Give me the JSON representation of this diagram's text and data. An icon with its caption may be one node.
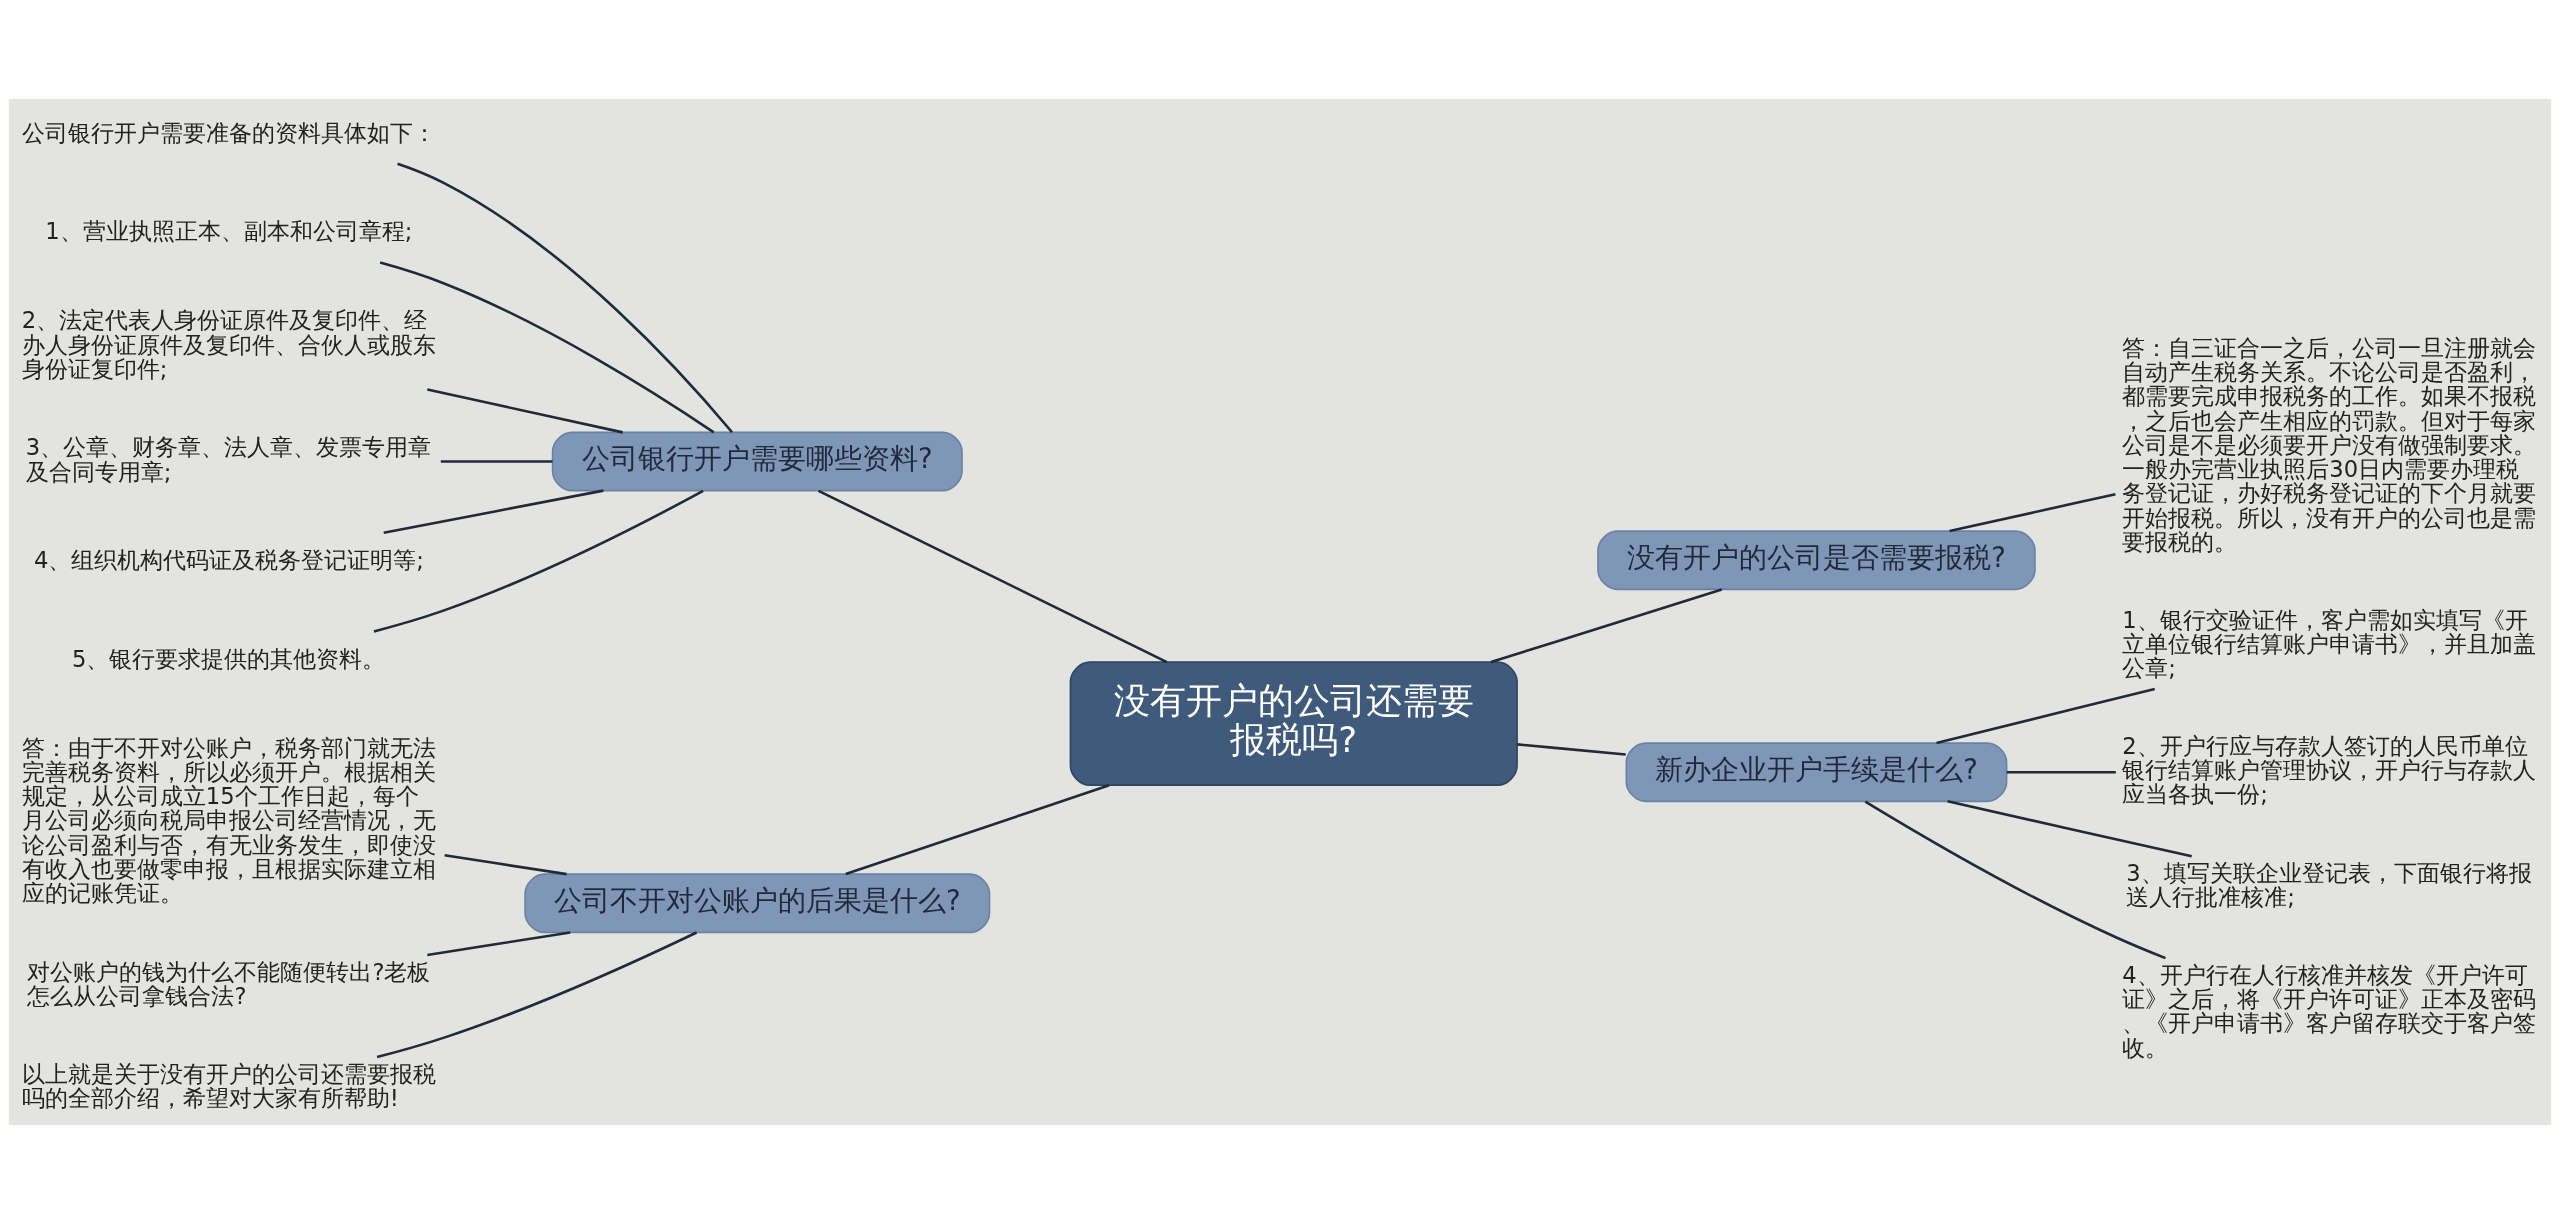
{
  "diagram": {
    "nodes": [
      {
        "text": [
          "没有开户的公司还需要报税吗?"
        ]
      },
      {
        "text": [
          "公司银行开户需要哪些资料?"
        ]
      },
      {
        "text": [
          "公司银行开户需要准备的资料具体如下："
        ]
      },
      {
        "text": [
          "1、营业执照正本、副本和公司章程;"
        ]
      },
      {
        "text": [
          "2、法定代表人身份证原件及复印件、经办人身份证原件及复印件、合伙人或股东身份证复印件;"
        ]
      },
      {
        "text": [
          "3、公章、财务章、法人章、发票专用章及合同专用章;"
        ]
      },
      {
        "text": [
          "4、组织机构代码证及税务登记证明等;"
        ]
      },
      {
        "text": [
          "5、银行要求提供的其他资料。"
        ]
      },
      {
        "text": [
          "公司不开对公账户的后果是什么?"
        ]
      },
      {
        "text": [
          "答：由于不开对公账户，税务部门就无法完善税务资料，所以必须开户。根据相关规定，从公司成立15个工作日起，每个月公司必须向税局申报公司经营情况，无论公司盈利与否，有无业务发生，即使没有收入也要做零申报，且根据实际建立相应的记账凭证。"
        ]
      },
      {
        "text": [
          "对公账户的钱为什么不能随便转出?老板怎么从公司拿钱合法?"
        ]
      },
      {
        "text": [
          "以上就是关于没有开户的公司还需要报税吗的全部介绍，希望对大家有所帮助!"
        ]
      },
      {
        "text": [
          "没有开户的公司是否需要报税?"
        ]
      },
      {
        "text": [
          "答：自三证合一之后，公司一旦注册就会自动产生税务关系。不论公司是否盈利，都需要完成申报税务的工作。如果不报税，之后也会产生相应的罚款。但对于每家公司是不是必须要开户没有做强制要求。一般办完营业执照后30日内需要办理税务登记证，办好税务登记证的下个月就要开始报税。所以，没有开户的公司也是需要报税的。"
        ]
      },
      {
        "text": [
          "新办企业开户手续是什么?"
        ]
      },
      {
        "text": [
          "1、银行交验证件，客户需如实填写《开立单位银行结算账户申请书》，并且加盖公章;"
        ]
      },
      {
        "text": [
          "2、开户行应与存款人签订的人民币单位银行结算账户管理协议，开户行与存款人应当各执一份;"
        ]
      },
      {
        "text": [
          "3、填写关联企业登记表，下面银行将报送人行批准核准;"
        ]
      },
      {
        "text": [
          "4、开户行在人行核准并核发《开户许可证》之后，将《开户许可证》正本及密码、《开户申请书》客户留存联交于客户签收。"
        ]
      }
    ],
    "edges": [
      {
        "from": 0,
        "to": 1,
        "arrow": "none"
      },
      {
        "from": 1,
        "to": 2,
        "arrow": "none"
      },
      {
        "from": 1,
        "to": 3,
        "arrow": "none"
      },
      {
        "from": 1,
        "to": 4,
        "arrow": "none"
      },
      {
        "from": 1,
        "to": 5,
        "arrow": "none"
      },
      {
        "from": 1,
        "to": 6,
        "arrow": "none"
      },
      {
        "from": 1,
        "to": 7,
        "arrow": "none"
      },
      {
        "from": 0,
        "to": 8,
        "arrow": "none"
      },
      {
        "from": 8,
        "to": 9,
        "arrow": "none"
      },
      {
        "from": 8,
        "to": 10,
        "arrow": "none"
      },
      {
        "from": 8,
        "to": 11,
        "arrow": "none"
      },
      {
        "from": 0,
        "to": 12,
        "arrow": "none"
      },
      {
        "from": 12,
        "to": 13,
        "arrow": "none"
      },
      {
        "from": 0,
        "to": 14,
        "arrow": "none"
      },
      {
        "from": 14,
        "to": 15,
        "arrow": "none"
      },
      {
        "from": 14,
        "to": 16,
        "arrow": "none"
      },
      {
        "from": 14,
        "to": 17,
        "arrow": "none"
      },
      {
        "from": 14,
        "to": 18,
        "arrow": "none"
      }
    ]
  }
}
